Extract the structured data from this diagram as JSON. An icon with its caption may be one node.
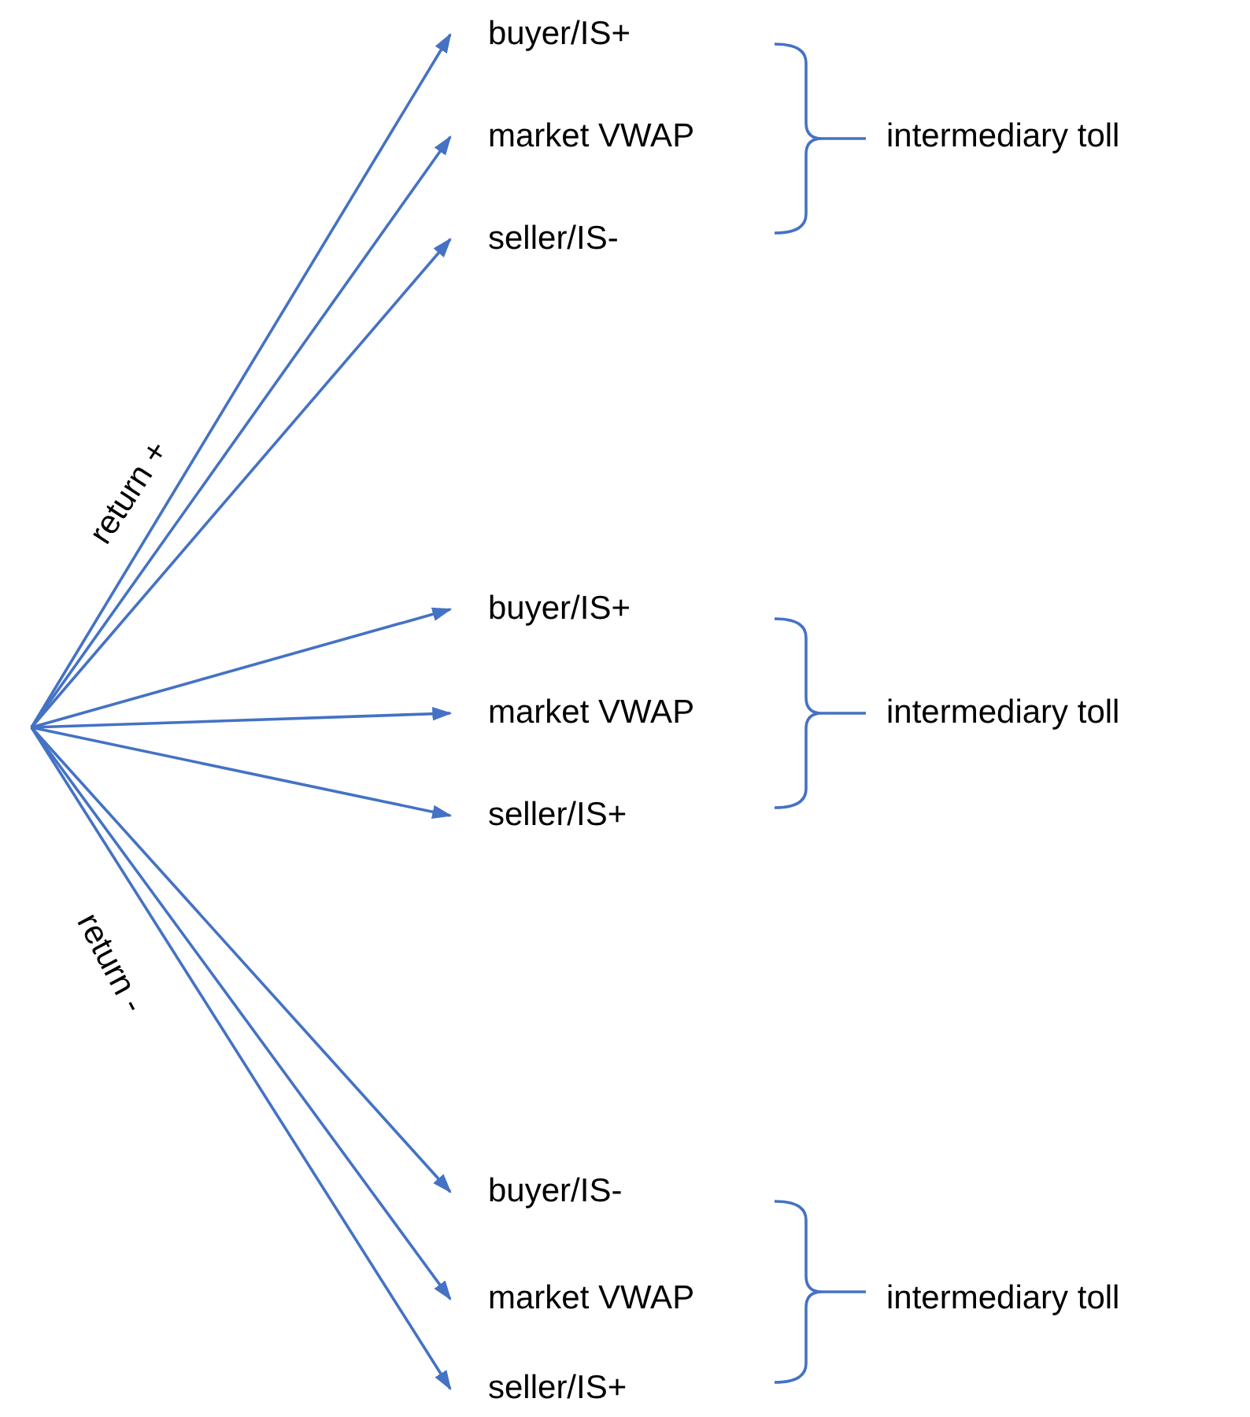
{
  "diagram": {
    "nodes": [
      {
        "text": [
          "buyer/IS+"
        ]
      },
      {
        "text": [
          "market VWAP"
        ]
      },
      {
        "text": [
          "seller/IS-"
        ]
      },
      {
        "text": [
          "buyer/IS+"
        ]
      },
      {
        "text": [
          "market VWAP"
        ]
      },
      {
        "text": [
          "seller/IS+"
        ]
      },
      {
        "text": [
          "buyer/IS-"
        ]
      },
      {
        "text": [
          "market VWAP"
        ]
      },
      {
        "text": [
          "seller/IS+"
        ]
      }
    ],
    "edges": [
      {
        "from": null,
        "to": 0,
        "arrow": "to"
      },
      {
        "from": null,
        "to": 1,
        "arrow": "to"
      },
      {
        "from": null,
        "to": 2,
        "arrow": "to"
      },
      {
        "from": null,
        "to": 3,
        "arrow": "to"
      },
      {
        "from": null,
        "to": 4,
        "arrow": "to"
      },
      {
        "from": null,
        "to": 5,
        "arrow": "to"
      },
      {
        "from": null,
        "to": 6,
        "arrow": "to"
      },
      {
        "from": null,
        "to": 7,
        "arrow": "to"
      },
      {
        "from": null,
        "to": 8,
        "arrow": "to"
      }
    ],
    "labels": [
      "intermediary toll",
      "return +",
      "intermediary toll",
      "return -",
      "intermediary toll"
    ]
  }
}
